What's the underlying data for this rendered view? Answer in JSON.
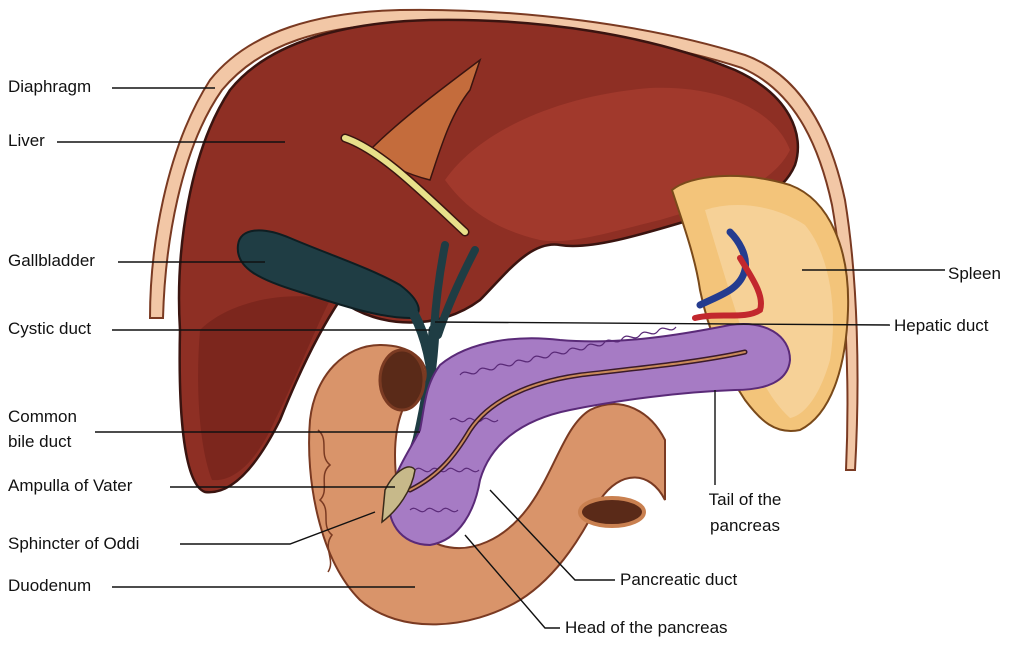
{
  "labels": {
    "diaphragm": "Diaphragm",
    "liver": "Liver",
    "gallbladder": "Gallbladder",
    "cystic_duct": "Cystic duct",
    "common_bile_duct_1": "Common",
    "common_bile_duct_2": "bile duct",
    "ampulla_of_vater": "Ampulla of Vater",
    "sphincter_of_oddi": "Sphincter of Oddi",
    "duodenum": "Duodenum",
    "spleen": "Spleen",
    "hepatic_duct": "Hepatic duct",
    "tail_of_pancreas_1": "Tail of the",
    "tail_of_pancreas_2": "pancreas",
    "pancreatic_duct": "Pancreatic duct",
    "head_of_pancreas": "Head of the pancreas"
  },
  "colors": {
    "liver": "#8e2f24",
    "liver_dark": "#6e1f18",
    "liver_outline": "#3a1410",
    "diaphragm": "#f2c7a6",
    "gallbladder": "#1f3d44",
    "spleen": "#f3c47a",
    "spleen_inner": "#e8b060",
    "pancreas": "#a67bc4",
    "pancreas_dark": "#6b3f8c",
    "duodenum": "#d9946a",
    "duodenum_dark": "#a9623f",
    "bile_yellow": "#e8e08a",
    "artery": "#c2272d",
    "vein": "#243c8f",
    "leader_line": "#111111"
  }
}
